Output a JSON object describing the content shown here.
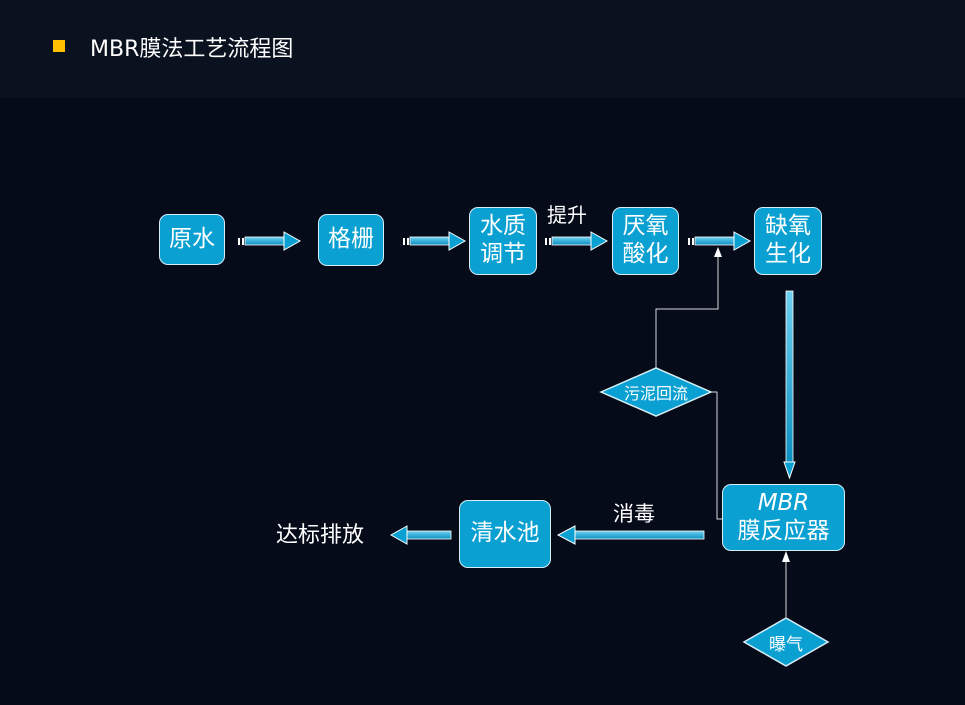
{
  "header": {
    "title": "MBR膜法工艺流程图"
  },
  "nodes": {
    "raw_water": "原水",
    "screen": "格栅",
    "equalization_line1": "水质",
    "equalization_line2": "调节",
    "anaerobic_line1": "厌氧",
    "anaerobic_line2": "酸化",
    "anoxic_line1": "缺氧",
    "anoxic_line2": "生化",
    "mbr_line1": "MBR",
    "mbr_line2": "膜反应器",
    "clear_pool": "清水池",
    "sludge_return": "污泥回流",
    "aeration": "曝气"
  },
  "labels": {
    "lift": "提升",
    "disinfection": "消毒",
    "discharge": "达标排放"
  },
  "colors": {
    "box_fill": "#0aa0d2",
    "box_border": "#d6eef8",
    "bullet": "#ffc000",
    "background": "#060b1a"
  }
}
